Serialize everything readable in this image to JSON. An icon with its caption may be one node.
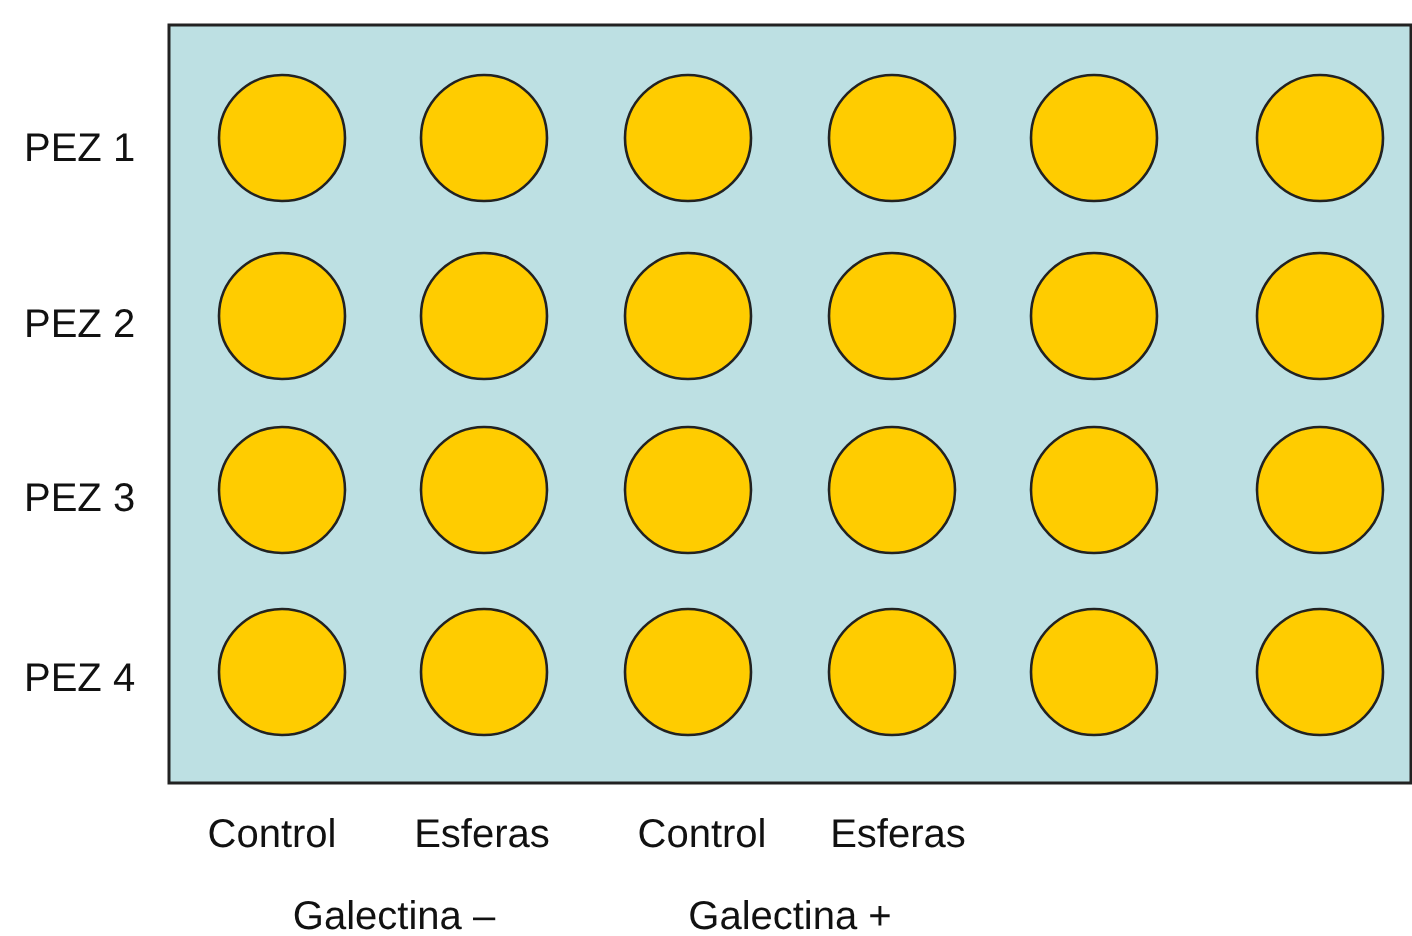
{
  "diagram": {
    "labels": [
      "PEZ 1",
      "PEZ 2",
      "PEZ 3",
      "PEZ 4",
      "Control",
      "Esferas",
      "Control",
      "Esferas",
      "Galectina –",
      "Galectina +"
    ]
  }
}
